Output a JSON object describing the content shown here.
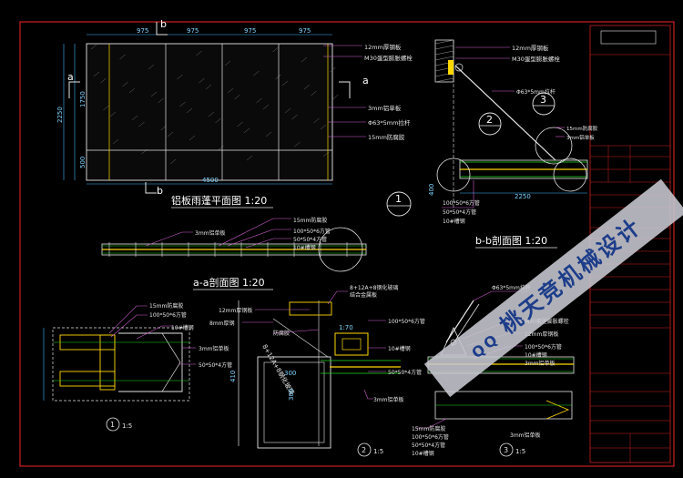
{
  "drawing": {
    "plan_title": "铝板雨蓬平面图 1:20",
    "section_aa_title": "a-a剖面图 1:20",
    "section_bb_title": "b-b剖面图 1:20",
    "plan_dims": {
      "top": [
        "975",
        "975",
        "975",
        "975"
      ],
      "left": [
        "1750",
        "500"
      ],
      "overall_height": "2250",
      "overall_width": "4500"
    },
    "plan_callouts": [
      "12mm厚钢板",
      "M30蛋型膨胀螺栓",
      "3mm铝单板",
      "Φ63*5mm拉杆",
      "15mm防腐胶"
    ],
    "section_marks": {
      "a": "a",
      "b": "b"
    },
    "bb_callouts": [
      "12mm厚钢板",
      "M30蛋型膨胀螺栓",
      "Φ63*5mm拉杆",
      "15mm防腐胶",
      "3mm铝单板",
      "100*50*6方管",
      "50*50*4方管",
      "10#槽钢"
    ],
    "bb_dims": [
      "2250",
      "400"
    ],
    "aa_callouts": [
      "15mm防腐胶",
      "100*50*6方管",
      "3mm铝单板",
      "50*50*4方管",
      "10#槽钢"
    ],
    "detail_bubbles": [
      "1",
      "2",
      "3"
    ],
    "detail1_callouts": [
      "15mm防腐胶",
      "100*50*6方管",
      "10#槽钢",
      "3mm铝单板",
      "50*50*4方管"
    ],
    "detail1_scale": "1:5",
    "detail2_callouts": [
      "8+12A+8钢化玻璃",
      "结合金属板",
      "12mm厚钢板",
      "8mm厚钢",
      "防腐胶",
      "100*50*6方管",
      "10#槽钢",
      "50*50*4方管",
      "3mm铝单板"
    ],
    "detail2_dims": [
      "1:70",
      "300",
      "300",
      "410"
    ],
    "detail2_scale": "1:5",
    "detail3_callouts": [
      "Φ63*5mm拉杆",
      "M30蛋型膨胀螺栓",
      "12mm厚钢板",
      "100*50*6方管",
      "10#槽钢",
      "3mm铝单板",
      "15mm防腐胶",
      "100*50*6方管",
      "50*50*4方管",
      "10#槽钢",
      "3mm铝单板"
    ],
    "detail3_scale": "1:5"
  },
  "watermark": {
    "text": "桃天竞机械设计",
    "badge": "QQ"
  },
  "colors": {
    "background": "#000000",
    "frame": "#cc1f1f",
    "line": "#e6e6e6",
    "dim": "#3fb8ff",
    "leader": "#d060d0",
    "steel": "#ffd800",
    "accent": "#1fdc1f"
  }
}
